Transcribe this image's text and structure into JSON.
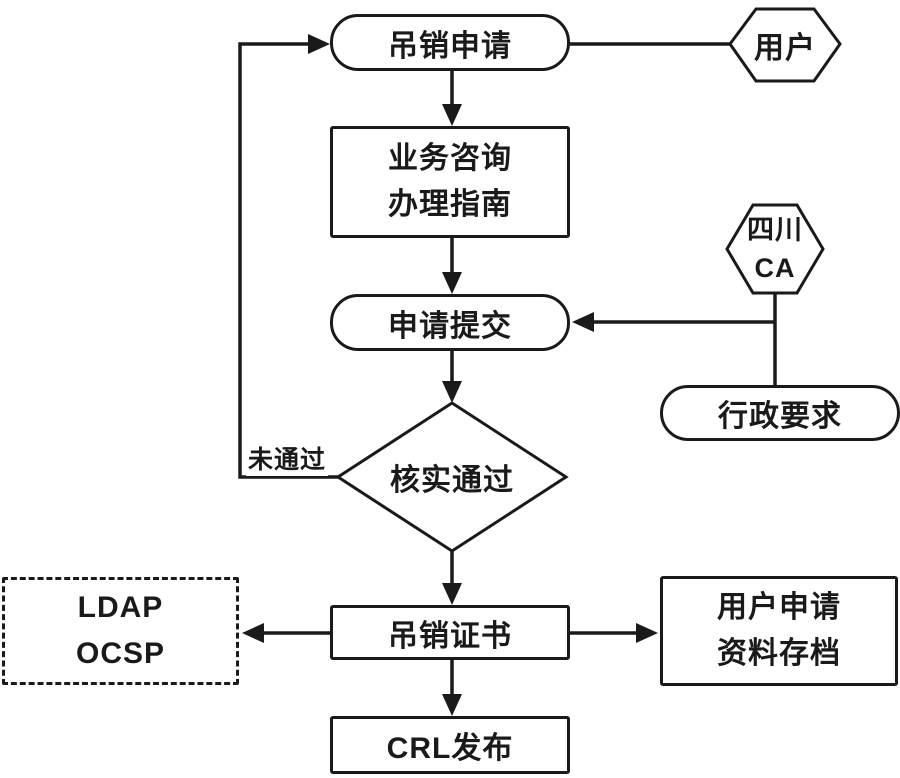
{
  "diagram": {
    "title": "certificate-revocation-flowchart",
    "colors": {
      "stroke": "#1a1a1a",
      "background": "#ffffff"
    },
    "nodes": {
      "revocation_application": "吊销申请",
      "user": "用户",
      "business_guide_line1": "业务咨询",
      "business_guide_line2": "办理指南",
      "sichuan_ca_line1": "四川",
      "sichuan_ca_line2": "CA",
      "application_submit": "申请提交",
      "admin_requirements": "行政要求",
      "verify_pass": "核实通过",
      "ldap_line1": "LDAP",
      "ldap_line2": "OCSP",
      "revoke_certificate": "吊销证书",
      "archive_line1": "用户申请",
      "archive_line2": "资料存档",
      "crl_publish": "CRL发布"
    },
    "labels": {
      "not_passed": "未通过"
    }
  }
}
